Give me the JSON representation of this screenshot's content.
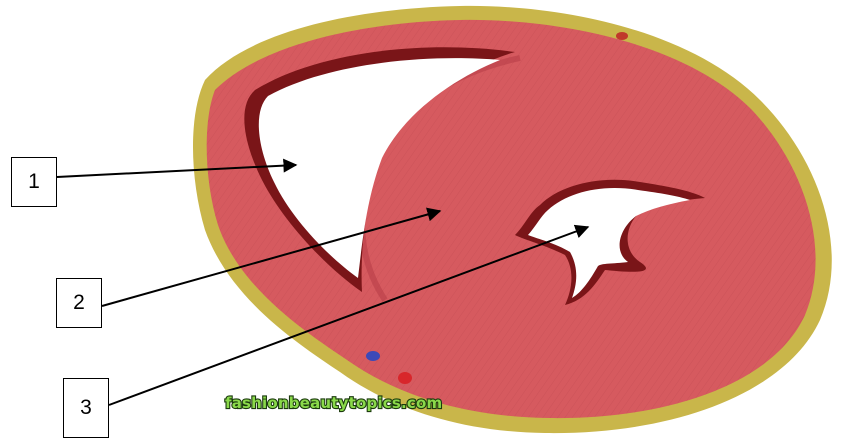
{
  "labels": [
    {
      "number": "1"
    },
    {
      "number": "2"
    },
    {
      "number": "3"
    }
  ],
  "watermark": "fashionbeautytopics.com",
  "colors": {
    "myocardium": "#d65a5f",
    "myocardium_dark": "#b73d45",
    "epicardial_fat": "#c9b64a",
    "chamber": "#ffffff",
    "trabeculae": "#7a1518",
    "vessel_blue": "#3b49b8",
    "vessel_red": "#d8262b",
    "arrow": "#000000",
    "watermark_fill": "#8ad94a"
  }
}
